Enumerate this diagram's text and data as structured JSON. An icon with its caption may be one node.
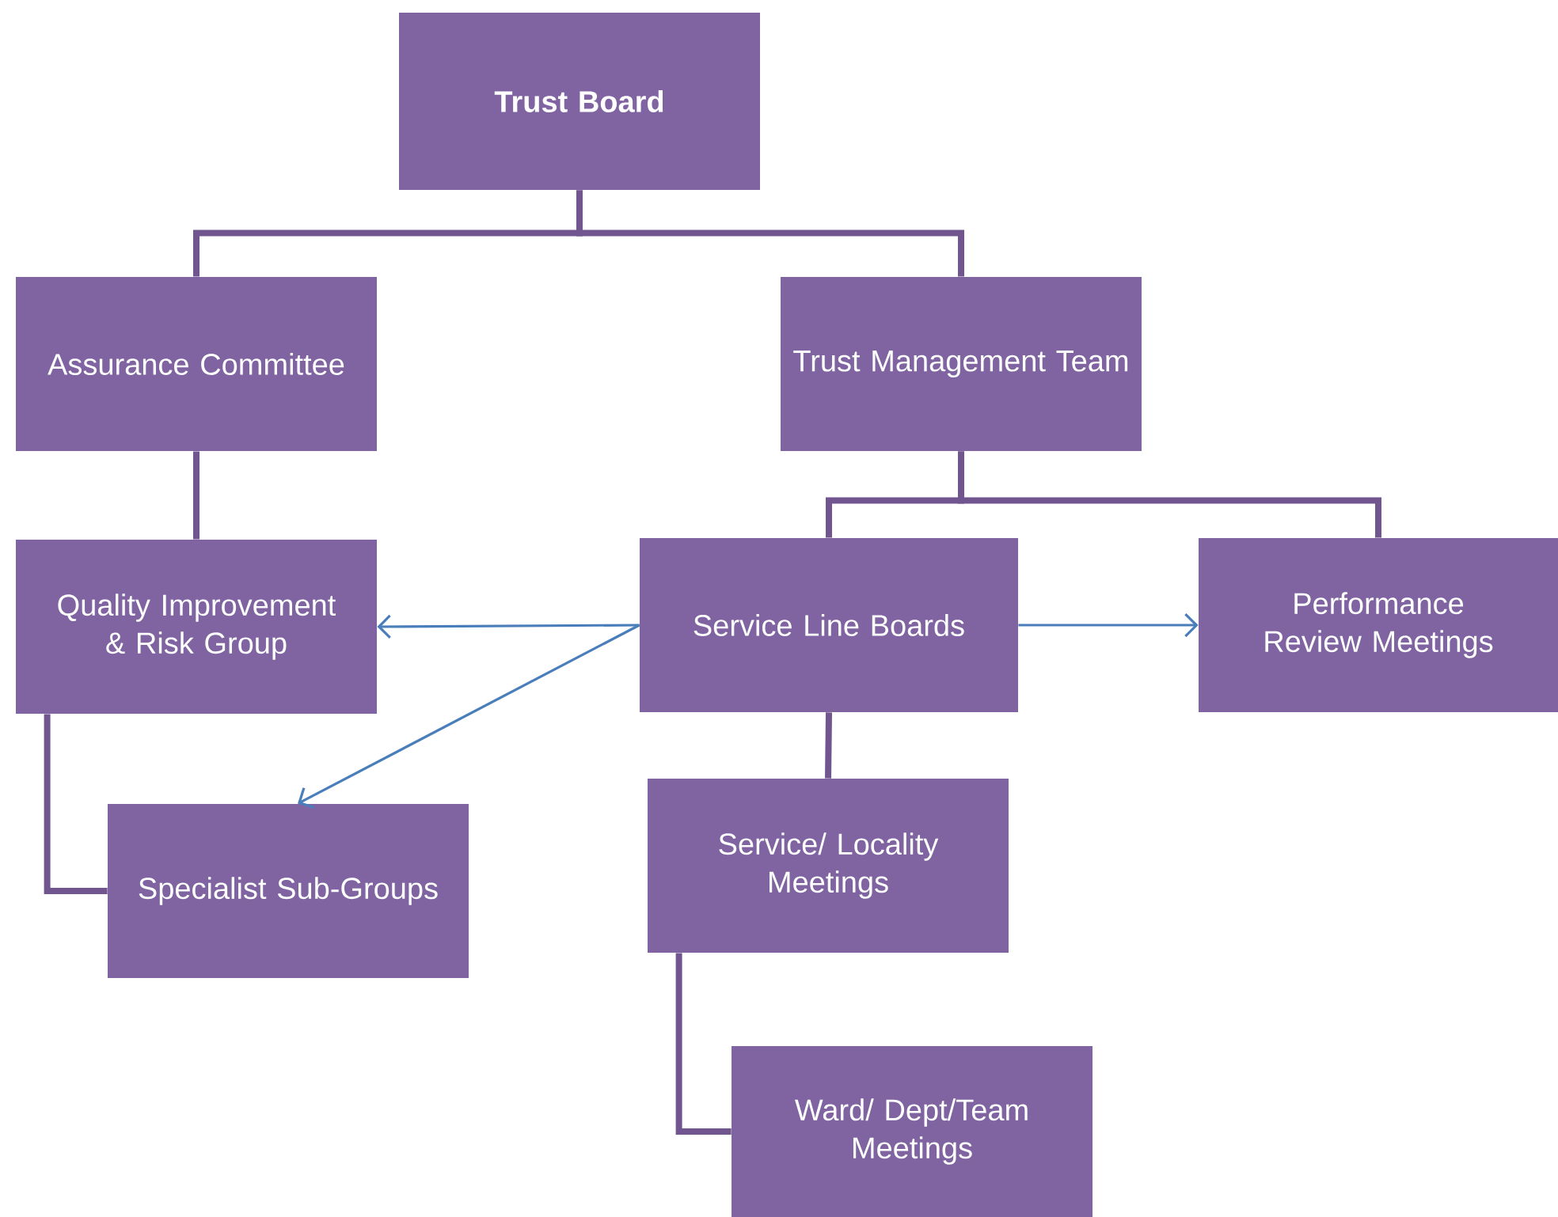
{
  "diagram": {
    "nodes": [
      {
        "text": [
          "Trust Board"
        ]
      },
      {
        "text": [
          "Assurance Committee"
        ]
      },
      {
        "text": [
          "Trust Management Team"
        ]
      },
      {
        "text": [
          "Quality Improvement & Risk Group"
        ]
      },
      {
        "text": [
          "Service Line Boards"
        ]
      },
      {
        "text": [
          "Performance Review Meetings"
        ]
      },
      {
        "text": [
          "Specialist Sub-Groups"
        ]
      },
      {
        "text": [
          "Service/ Locality Meetings"
        ]
      },
      {
        "text": [
          "Ward/ Dept/Team Meetings"
        ]
      }
    ],
    "edges": [
      {
        "from": 0,
        "to": 1,
        "arrow": "none"
      },
      {
        "from": 0,
        "to": 2,
        "arrow": "none"
      },
      {
        "from": 1,
        "to": 3,
        "arrow": "none"
      },
      {
        "from": 2,
        "to": 4,
        "arrow": "none"
      },
      {
        "from": 2,
        "to": 5,
        "arrow": "none"
      },
      {
        "from": 3,
        "to": 6,
        "arrow": "none"
      },
      {
        "from": 4,
        "to": 7,
        "arrow": "none"
      },
      {
        "from": 7,
        "to": 8,
        "arrow": "none"
      },
      {
        "from": 4,
        "to": 3,
        "arrow": "to",
        "color": "#4a7ebb"
      },
      {
        "from": 4,
        "to": 6,
        "arrow": "to",
        "color": "#4a7ebb"
      },
      {
        "from": 4,
        "to": 5,
        "arrow": "to",
        "color": "#4a7ebb"
      }
    ]
  }
}
